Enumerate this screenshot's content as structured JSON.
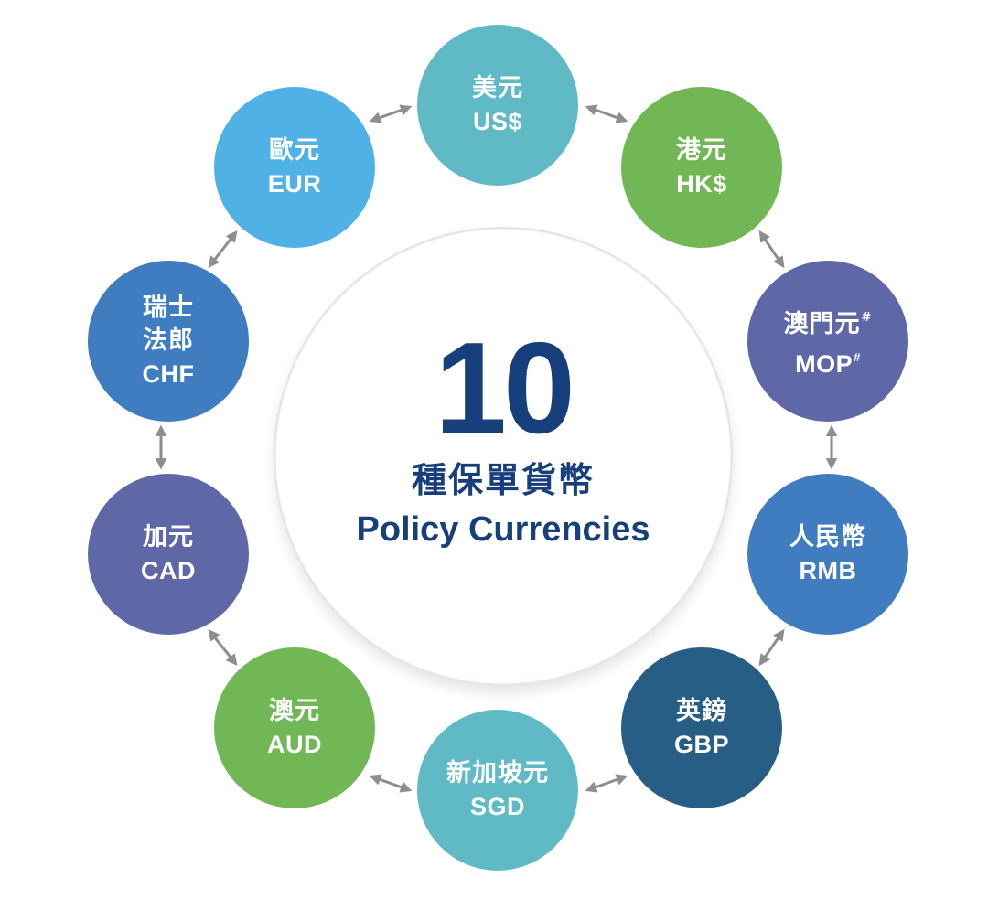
{
  "center": {
    "number": "10",
    "label_zh": "種保單貨幣",
    "label_en": "Policy Currencies"
  },
  "currencies": [
    {
      "zh": "美元",
      "en": "US$",
      "color": "#5fbac6"
    },
    {
      "zh": "港元",
      "en": "HK$",
      "color": "#72b755"
    },
    {
      "zh": "澳門元",
      "en": "MOP",
      "footnote": "#",
      "color": "#5f68a6"
    },
    {
      "zh": "人民幣",
      "en": "RMB",
      "color": "#3f7dc0"
    },
    {
      "zh": "英鎊",
      "en": "GBP",
      "color": "#275e85"
    },
    {
      "zh": "新加坡元",
      "en": "SGD",
      "color": "#5fbac6"
    },
    {
      "zh": "澳元",
      "en": "AUD",
      "color": "#72b755"
    },
    {
      "zh": "加元",
      "en": "CAD",
      "color": "#5f68a6"
    },
    {
      "zh_line1": "瑞士",
      "zh_line2": "法郎",
      "en": "CHF",
      "color": "#3f7dc0"
    },
    {
      "zh": "歐元",
      "en": "EUR",
      "color": "#4fb1e6"
    }
  ],
  "arrow_color": "#8e8e8e"
}
